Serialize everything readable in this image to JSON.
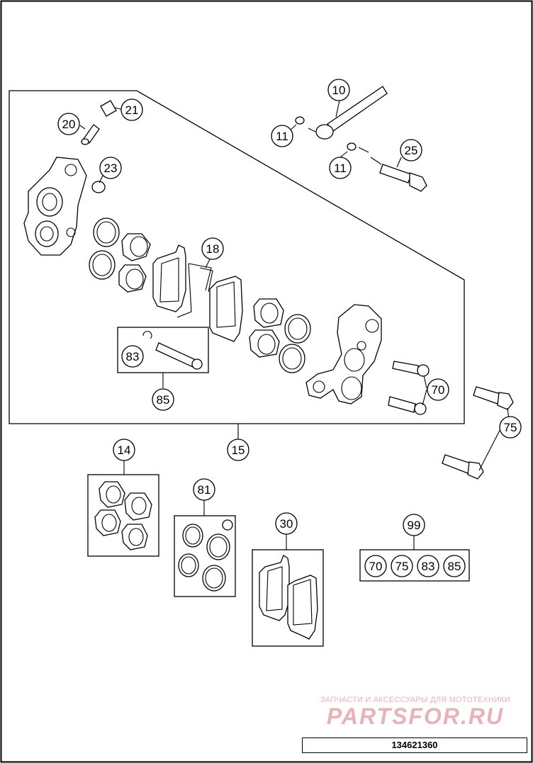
{
  "callouts": {
    "c10": "10",
    "c11a": "11",
    "c11b": "11",
    "c14": "14",
    "c15": "15",
    "c18": "18",
    "c20": "20",
    "c21": "21",
    "c23": "23",
    "c25": "25",
    "c30": "30",
    "c70": "70",
    "c75": "75",
    "c81": "81",
    "c83": "83",
    "c85": "85",
    "c99": "99"
  },
  "kit_99_contents": [
    "70",
    "75",
    "83",
    "85"
  ],
  "watermark": {
    "line1": "ЗАПЧАСТИ И АКСЕССУАРЫ ДЛЯ МОТОТЕХНИКИ",
    "logo": "PARTSFOR.RU"
  },
  "document_number": "134621360"
}
